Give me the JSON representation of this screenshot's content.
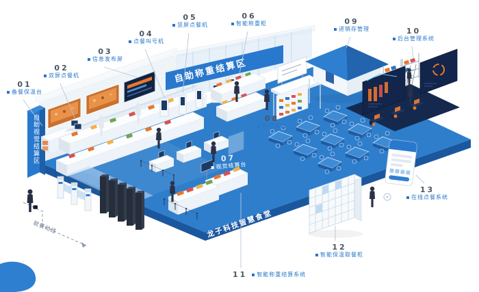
{
  "diagram": {
    "brand_floor_text": "龙子科技智慧食堂",
    "zone_banner_text": "自助称重结算区",
    "zone_pillar_text": "自助视觉结算区",
    "route_text": "就餐动线"
  },
  "labels": [
    {
      "num": "01",
      "text": "备餐保温台"
    },
    {
      "num": "02",
      "text": "双屏点餐机"
    },
    {
      "num": "03",
      "text": "信息发布屏"
    },
    {
      "num": "04",
      "text": "点餐叫号机"
    },
    {
      "num": "05",
      "text": "竖屏点餐机"
    },
    {
      "num": "06",
      "text": "智能称重柜"
    },
    {
      "num": "07",
      "text": "视觉结算台"
    },
    {
      "num": "08",
      "text": "智慧超市"
    },
    {
      "num": "09",
      "text": "进销存管理"
    },
    {
      "num": "10",
      "text": "后台管理系统"
    },
    {
      "num": "11",
      "text": "智能称重结算系统"
    },
    {
      "num": "12",
      "text": "智能保温取餐柜"
    },
    {
      "num": "13",
      "text": "在线点餐系统"
    }
  ],
  "colors": {
    "accent_blue": "#2878C8",
    "floor_blue": "#2E7ECC",
    "floor_edge_blue": "#1B579E",
    "dashboard_navy": "#15294F",
    "alert_orange": "#E8772E",
    "label_number_gray": "#4D5560"
  }
}
